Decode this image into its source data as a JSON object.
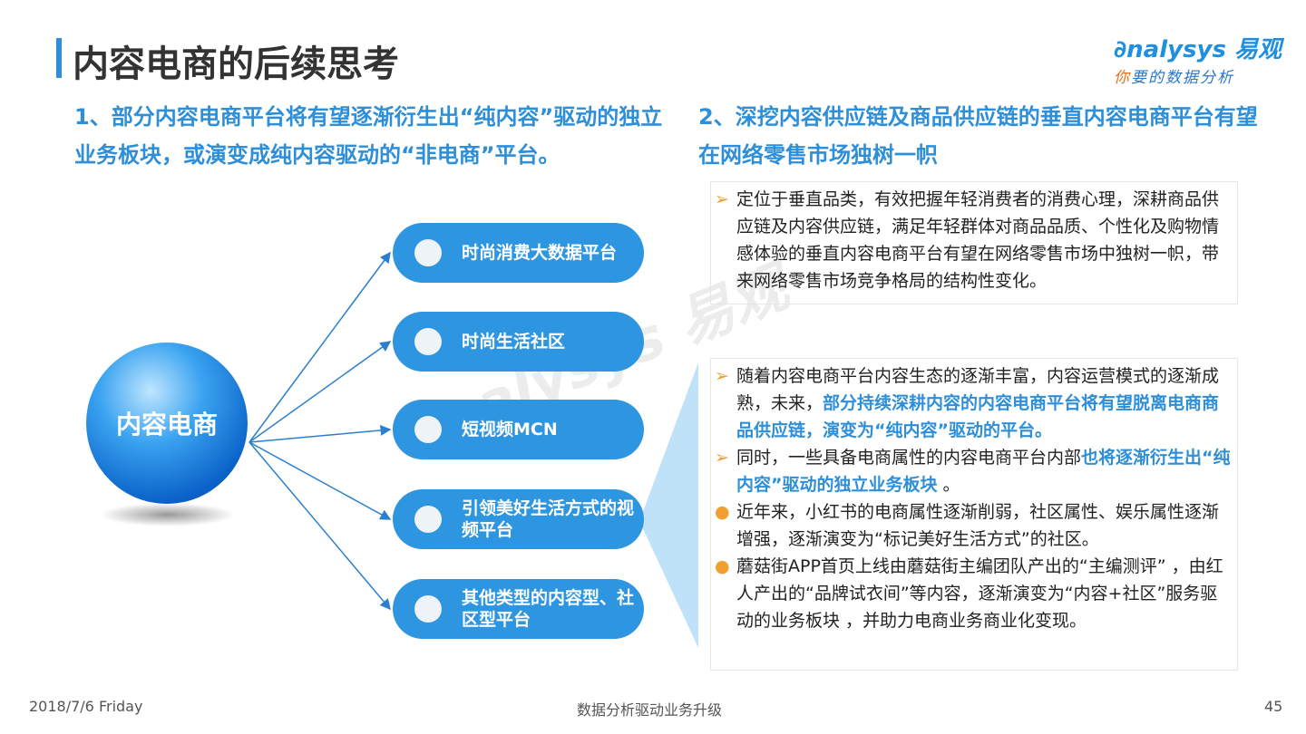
{
  "title": "内容电商的后续思考",
  "logo": {
    "brand": "nalysys 易观",
    "brand_mark": "∂",
    "slogan_first": "你",
    "slogan_rest": "要的数据分析"
  },
  "subtitle_left": "1、部分内容电商平台将有望逐渐衍生出“纯内容”驱动的独立业务板块，或演变成纯内容驱动的“非电商”平台。",
  "subtitle_right": "2、深挖内容供应链及商品供应链的垂直内容电商平台有望在网络零售市场独树一帜",
  "center": "内容电商",
  "branches": [
    "时尚消费大数据平台",
    "时尚生活社区",
    "短视频MCN",
    "引领美好生活方式的视频平台",
    "其他类型的内容型、社区型平台"
  ],
  "box1": {
    "text": "定位于垂直品类，有效把握年轻消费者的消费心理，深耕商品供应链及内容供应链，满足年轻群体对商品品质、个性化及购物情感体验的垂直内容电商平台有望在网络零售市场中独树一帜，带来网络零售市场竞争格局的结构性变化。"
  },
  "box2": {
    "i1_a": "随着内容电商平台内容生态的逐渐丰富，内容运营模式的逐渐成熟，未来，",
    "i1_b": "部分持续深耕内容的内容电商平台将有望脱离电商商品供应链，演变为“纯内容”驱动的平台。",
    "i2_a": "同时，一些具备电商属性的内容电商平台内部",
    "i2_b": "也将逐渐衍生出“纯内容”驱动的独立业务板块",
    "i2_c": " 。",
    "i3": "近年来，小红书的电商属性逐渐削弱，社区属性、娱乐属性逐渐增强，逐渐演变为“标记美好生活方式”的社区。",
    "i4": "蘑菇街APP首页上线由蘑菇街主编团队产出的“主编测评” ，由红人产出的“品牌试衣间”等内容，逐渐演变为“内容+社区”服务驱动的业务板块 ，并助力电商业务商业化变现。"
  },
  "markers": {
    "arrow": "➢",
    "dot": "●"
  },
  "footer": {
    "date": "2018/7/6 Friday",
    "center": "数据分析驱动业务升级",
    "page": "45"
  },
  "watermark": "nalysys 易观"
}
